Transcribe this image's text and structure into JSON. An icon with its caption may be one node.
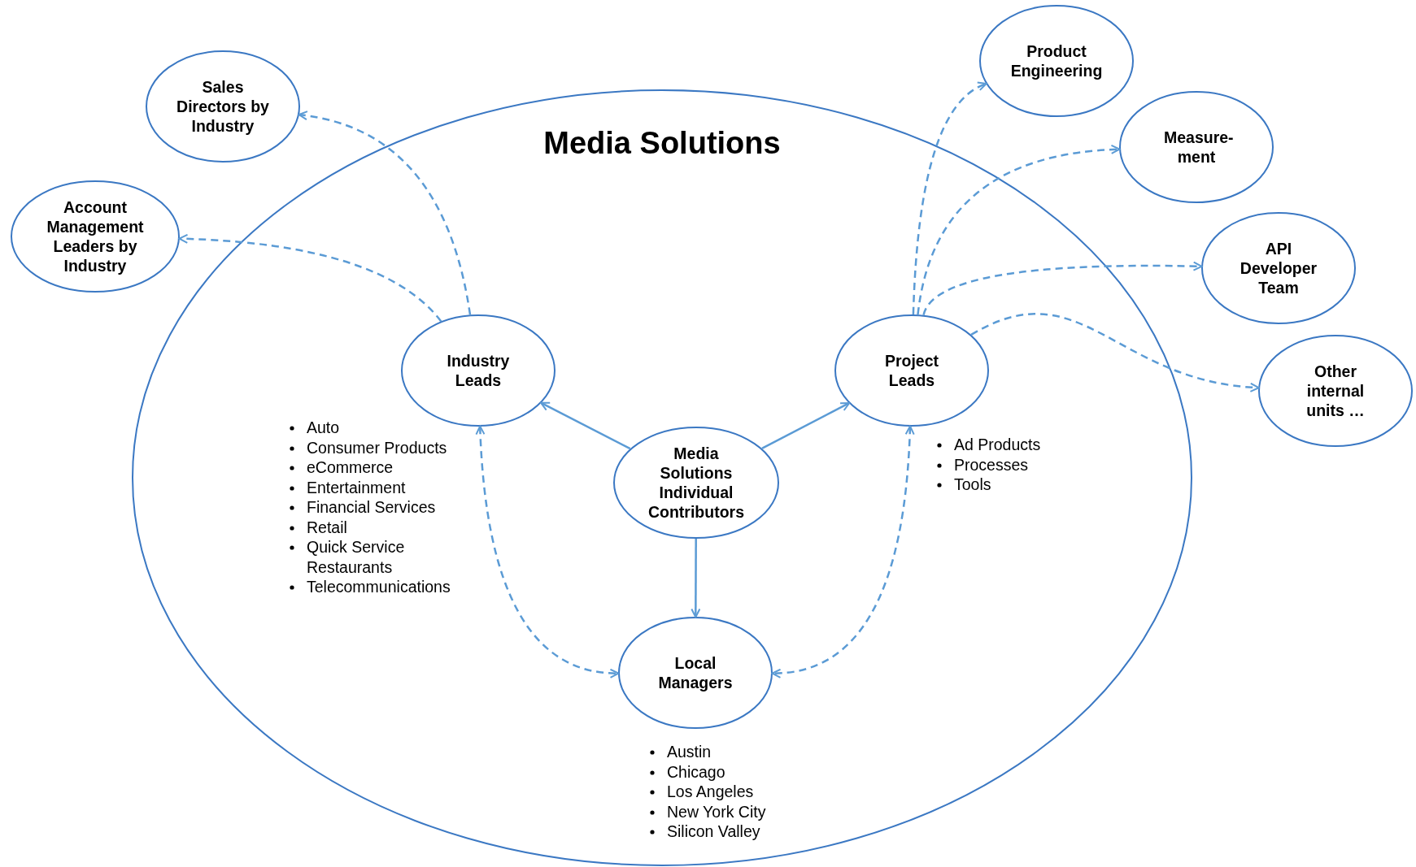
{
  "diagram": {
    "nodes": [
      {
        "text": [
          "Media Solutions"
        ]
      },
      {
        "text": [
          "Sales Directors by Industry"
        ]
      },
      {
        "text": [
          "Account Management Leaders by Industry"
        ]
      },
      {
        "text": [
          "Product Engineering"
        ]
      },
      {
        "text": [
          "Measure- ment"
        ]
      },
      {
        "text": [
          "API Developer Team"
        ]
      },
      {
        "text": [
          "Other internal units …"
        ]
      },
      {
        "text": [
          "Industry Leads"
        ],
        "in": 0,
        "beside": [
          "Auto",
          "Consumer Products",
          "eCommerce",
          "Entertainment",
          "Financial Services",
          "Retail",
          "Quick Service Restaurants",
          "Telecommunications"
        ]
      },
      {
        "text": [
          "Project Leads"
        ],
        "in": 0,
        "beside": [
          "Ad Products",
          "Processes",
          "Tools"
        ]
      },
      {
        "text": [
          "Media Solutions Individual Contributors"
        ],
        "in": 0
      },
      {
        "text": [
          "Local Managers"
        ],
        "in": 0,
        "beside": [
          "Austin",
          "Chicago",
          "Los Angeles",
          "New York City",
          "Silicon Valley"
        ]
      }
    ],
    "edges": [
      {
        "from": 7,
        "to": 1,
        "arrow": "to",
        "style": "dashed"
      },
      {
        "from": 7,
        "to": 2,
        "arrow": "to",
        "style": "dashed"
      },
      {
        "from": 8,
        "to": 3,
        "arrow": "to",
        "style": "dashed"
      },
      {
        "from": 8,
        "to": 4,
        "arrow": "to",
        "style": "dashed"
      },
      {
        "from": 8,
        "to": 5,
        "arrow": "to",
        "style": "dashed"
      },
      {
        "from": 8,
        "to": 6,
        "arrow": "to",
        "style": "dashed"
      },
      {
        "from": 9,
        "to": 7,
        "arrow": "to"
      },
      {
        "from": 9,
        "to": 8,
        "arrow": "to"
      },
      {
        "from": 9,
        "to": 10,
        "arrow": "to"
      },
      {
        "from": 7,
        "to": 10,
        "arrow": "both",
        "style": "dashed"
      },
      {
        "from": 8,
        "to": 10,
        "arrow": "both",
        "style": "dashed"
      }
    ]
  }
}
